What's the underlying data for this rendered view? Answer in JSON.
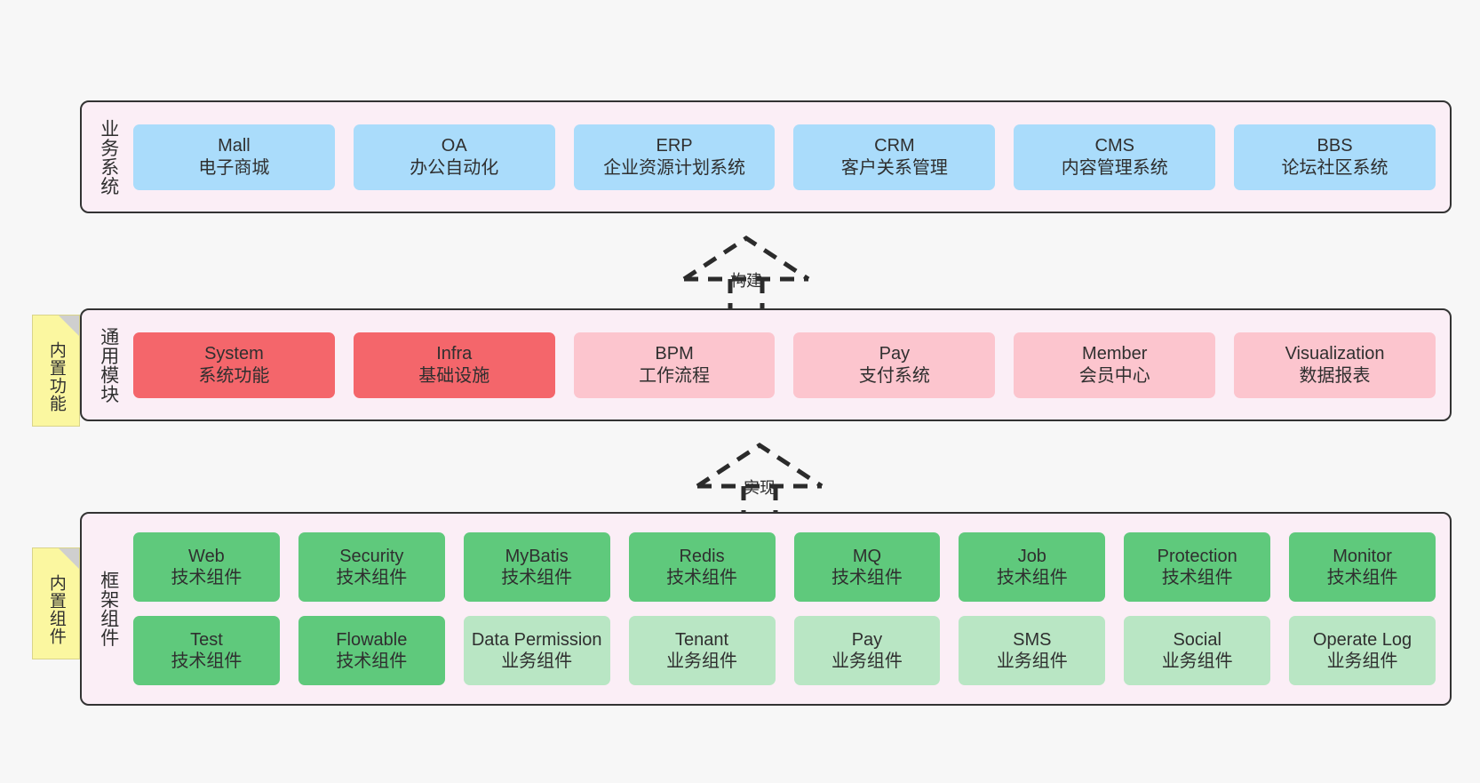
{
  "diagram": {
    "title_not_shown": "",
    "colors": {
      "background": "#f7f7f7",
      "layer_fill": "#fbeef6",
      "layer_border": "#333333",
      "business_card": "#aadcfb",
      "core_module_card": "#f4666b",
      "optional_module_card": "#fcc5ce",
      "tech_component_card": "#5fc97c",
      "biz_component_card": "#b9e6c4",
      "sticky_note": "#fbf7a0",
      "sticky_fold": "#cfcfcf"
    }
  },
  "layers": {
    "business": {
      "label": "业务系统",
      "cards": [
        {
          "name": "Mall",
          "desc": "电子商城"
        },
        {
          "name": "OA",
          "desc": "办公自动化"
        },
        {
          "name": "ERP",
          "desc": "企业资源计划系统"
        },
        {
          "name": "CRM",
          "desc": "客户关系管理"
        },
        {
          "name": "CMS",
          "desc": "内容管理系统"
        },
        {
          "name": "BBS",
          "desc": "论坛社区系统"
        }
      ]
    },
    "common": {
      "label": "通用模块",
      "sticky": "内置功能",
      "cards": [
        {
          "name": "System",
          "desc": "系统功能",
          "variant": "c-red"
        },
        {
          "name": "Infra",
          "desc": "基础设施",
          "variant": "c-red"
        },
        {
          "name": "BPM",
          "desc": "工作流程",
          "variant": "c-pink"
        },
        {
          "name": "Pay",
          "desc": "支付系统",
          "variant": "c-pink"
        },
        {
          "name": "Member",
          "desc": "会员中心",
          "variant": "c-pink"
        },
        {
          "name": "Visualization",
          "desc": "数据报表",
          "variant": "c-pink"
        }
      ]
    },
    "framework": {
      "label": "框架组件",
      "sticky": "内置组件",
      "row1": [
        {
          "name": "Web",
          "desc": "技术组件",
          "variant": "c-green"
        },
        {
          "name": "Security",
          "desc": "技术组件",
          "variant": "c-green"
        },
        {
          "name": "MyBatis",
          "desc": "技术组件",
          "variant": "c-green"
        },
        {
          "name": "Redis",
          "desc": "技术组件",
          "variant": "c-green"
        },
        {
          "name": "MQ",
          "desc": "技术组件",
          "variant": "c-green"
        },
        {
          "name": "Job",
          "desc": "技术组件",
          "variant": "c-green"
        },
        {
          "name": "Protection",
          "desc": "技术组件",
          "variant": "c-green"
        },
        {
          "name": "Monitor",
          "desc": "技术组件",
          "variant": "c-green"
        }
      ],
      "row2": [
        {
          "name": "Test",
          "desc": "技术组件",
          "variant": "c-green"
        },
        {
          "name": "Flowable",
          "desc": "技术组件",
          "variant": "c-green"
        },
        {
          "name": "Data Permission",
          "desc": "业务组件",
          "variant": "c-lightgreen"
        },
        {
          "name": "Tenant",
          "desc": "业务组件",
          "variant": "c-lightgreen"
        },
        {
          "name": "Pay",
          "desc": "业务组件",
          "variant": "c-lightgreen"
        },
        {
          "name": "SMS",
          "desc": "业务组件",
          "variant": "c-lightgreen"
        },
        {
          "name": "Social",
          "desc": "业务组件",
          "variant": "c-lightgreen"
        },
        {
          "name": "Operate Log",
          "desc": "业务组件",
          "variant": "c-lightgreen"
        }
      ]
    }
  },
  "connectors": [
    {
      "id": "build",
      "label": "构建",
      "style": "dashed-hollow-triangle-up"
    },
    {
      "id": "impl",
      "label": "实现",
      "style": "dashed-hollow-triangle-up"
    }
  ]
}
